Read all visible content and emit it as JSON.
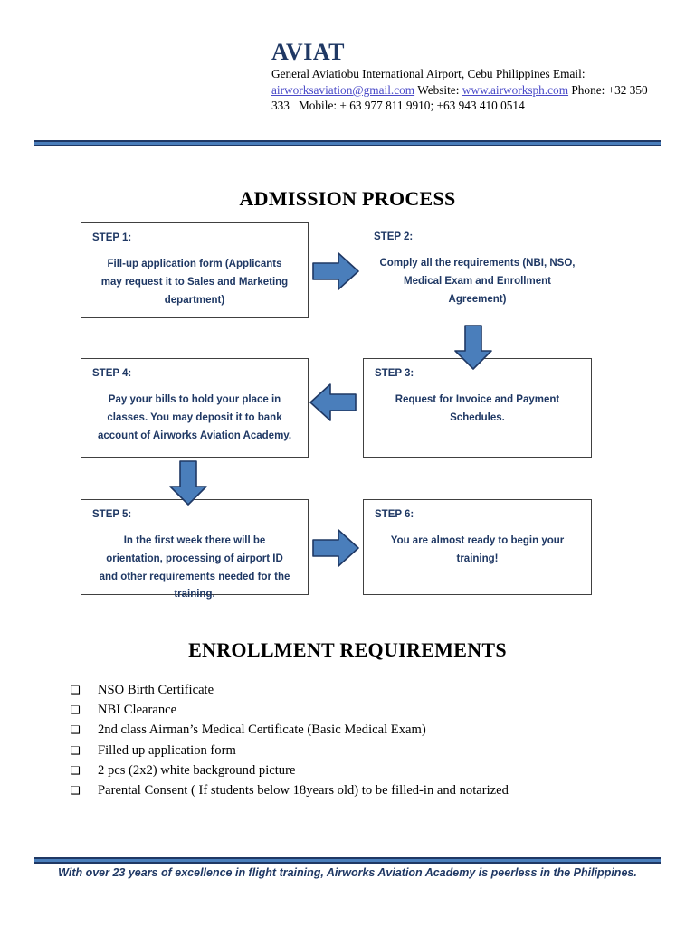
{
  "header": {
    "brand": "AVIAT",
    "address_line": "General Aviatiobu International Airport, Cebu Philippines Email:",
    "email": "airworksaviation@gmail.com",
    "website_label": "Website:",
    "website": "www.airworksph.com",
    "phone_label": "Phone: +32 350 333",
    "mobile_label": "Mobile: + 63 977 811 9910; +63 943 410 0514"
  },
  "colors": {
    "brand_navy": "#1F3864",
    "accent_blue": "#4A7EBB",
    "link_blue": "#4A4AC8",
    "box_border": "#404040"
  },
  "admission": {
    "title": "ADMISSION PROCESS",
    "steps": [
      {
        "label": "STEP 1:",
        "text": "Fill-up application form (Applicants may request it to Sales and Marketing department)",
        "bordered": true
      },
      {
        "label": "STEP 2:",
        "text": "Comply all the requirements (NBI, NSO, Medical Exam and Enrollment Agreement)",
        "bordered": false
      },
      {
        "label": "STEP 3:",
        "text": "Request for Invoice and Payment Schedules.",
        "bordered": true
      },
      {
        "label": "STEP 4:",
        "text": "Pay your bills to hold your place in classes. You may deposit it to bank account of Airworks Aviation Academy.",
        "bordered": true
      },
      {
        "label": "STEP 5:",
        "text": "In the first week there will be orientation, processing of airport ID and other requirements needed for the training.",
        "bordered": true
      },
      {
        "label": "STEP 6:",
        "text": "You are almost ready to begin your training!",
        "bordered": true
      }
    ],
    "arrows": [
      {
        "name": "arrow-step1-to-step2",
        "direction": "right"
      },
      {
        "name": "arrow-step2-to-step3",
        "direction": "down"
      },
      {
        "name": "arrow-step3-to-step4",
        "direction": "left"
      },
      {
        "name": "arrow-step4-to-step5",
        "direction": "down"
      },
      {
        "name": "arrow-step5-to-step6",
        "direction": "right"
      }
    ]
  },
  "enrollment": {
    "title": "ENROLLMENT REQUIREMENTS",
    "checkbox_glyph": "❏",
    "items": [
      "NSO Birth Certificate",
      "NBI Clearance",
      "2nd class Airman’s Medical Certificate (Basic Medical Exam)",
      "Filled up application form",
      "2 pcs (2x2) white background picture",
      "Parental Consent ( If  students below 18years old) to be filled-in and notarized"
    ]
  },
  "footer": {
    "tagline": "With over 23 years of excellence in flight training, Airworks Aviation Academy is peerless in the Philippines."
  }
}
